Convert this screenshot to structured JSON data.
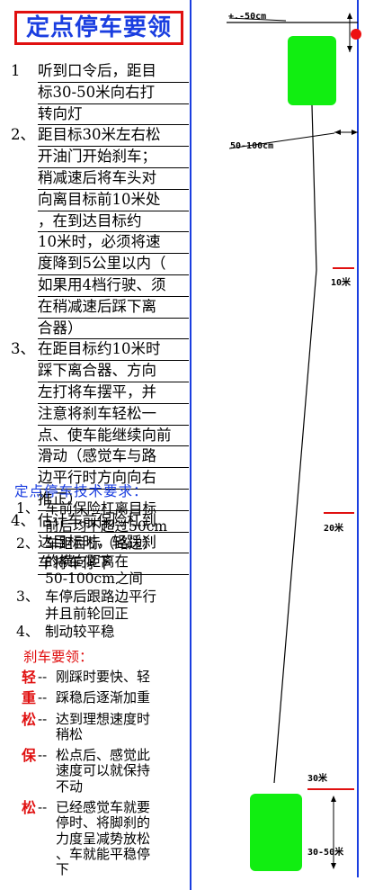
{
  "title": "定点停车要领",
  "steps": [
    {
      "num": "1",
      "lines": [
        "听到口令后，距目",
        "标30-50米向右打",
        "转向灯"
      ]
    },
    {
      "num": "2、",
      "lines": [
        "距目标30米左右松",
        "开油门开始刹车；",
        "稍减速后将车头对",
        "向离目标前10米处",
        "，在到达目标约",
        "10米时，必须将速",
        "度降到5公里以内（",
        "如果用4档行驶、须",
        "在稍减速后踩下离",
        "合器）"
      ]
    },
    {
      "num": "3、",
      "lines": [
        "在距目标约10米时",
        "踩下离合器、方向",
        "左打将车摆平，并",
        "注意将刹车轻松一",
        "点、使车能继续向前",
        "滑动（感觉车与路",
        "边平行时方向向右",
        "推正）"
      ]
    },
    {
      "num": "4、",
      "lines": [
        "估计车前保险杠到",
        "达目标时，轻踩刹",
        "车将车停下"
      ]
    }
  ],
  "tech_title": "定点停车技术要求：",
  "requirements": [
    {
      "num": "1、",
      "lines": [
        "车前保险杠离目标",
        "前后均不超过50cm"
      ]
    },
    {
      "num": "2、",
      "lines": [
        "车距目标（路边）",
        "的横向距离在",
        "50-100cm之间"
      ]
    },
    {
      "num": "3、",
      "lines": [
        "车停后跟路边平行",
        "并且前轮回正"
      ]
    },
    {
      "num": "4、",
      "lines": [
        "制动较平稳"
      ]
    }
  ],
  "brake_title": "刹车要领：",
  "brake_tips": [
    {
      "char": "轻",
      "lines": [
        "刚踩时要快、轻"
      ]
    },
    {
      "char": "重",
      "lines": [
        "踩稳后逐渐加重"
      ]
    },
    {
      "char": "松",
      "lines": [
        "达到理想速度时",
        "稍松"
      ]
    },
    {
      "char": "保",
      "lines": [
        "松点后、感觉此",
        "速度可以就保持",
        "不动"
      ]
    },
    {
      "char": "松",
      "lines": [
        "已经感觉车就要",
        "停时、将脚刹的",
        "力度呈减势放松",
        "、车就能平稳停",
        "下"
      ]
    }
  ],
  "dash": "--",
  "diagram": {
    "labels": {
      "tolerance": "+.-50cm",
      "lateral": "50-100cm",
      "m10": "10米",
      "m20": "20米",
      "m30": "30米",
      "m3050": "30-50米"
    },
    "colors": {
      "car": "#11ee11",
      "divider": "#1a3ee0",
      "road": "#1a3ee0",
      "marker": "#e01010",
      "target_dot": "#ee1111"
    }
  }
}
